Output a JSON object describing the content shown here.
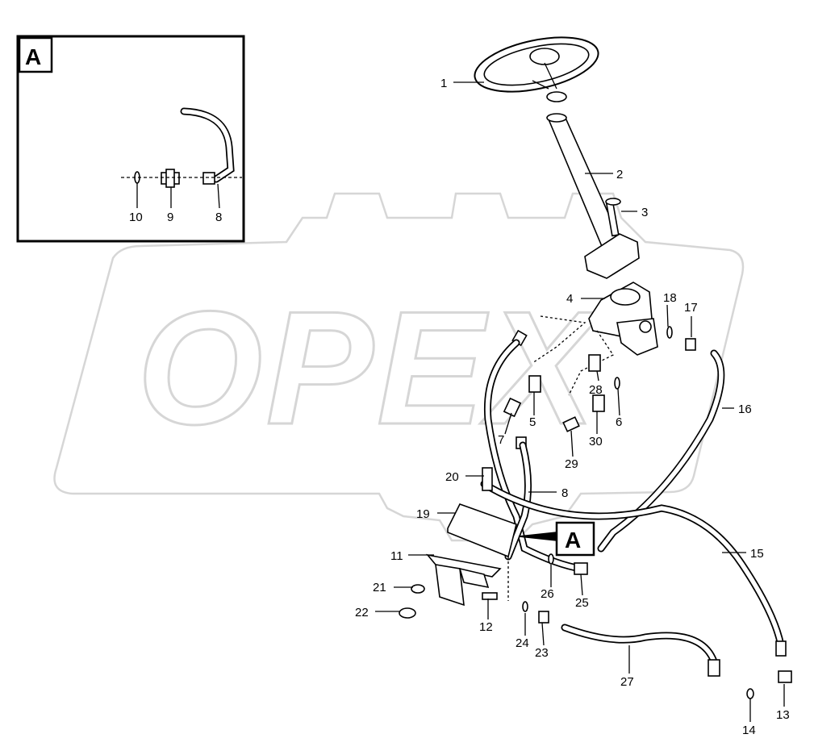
{
  "watermark": "OPEX",
  "detail_box": {
    "label": "A",
    "callouts": [
      "10",
      "9",
      "8"
    ]
  },
  "reference_tag": "A",
  "callouts": [
    "1",
    "2",
    "3",
    "4",
    "18",
    "17",
    "28",
    "5",
    "6",
    "7",
    "30",
    "29",
    "16",
    "20",
    "8",
    "19",
    "11",
    "15",
    "21",
    "26",
    "25",
    "22",
    "12",
    "24",
    "23",
    "27",
    "14",
    "13"
  ]
}
